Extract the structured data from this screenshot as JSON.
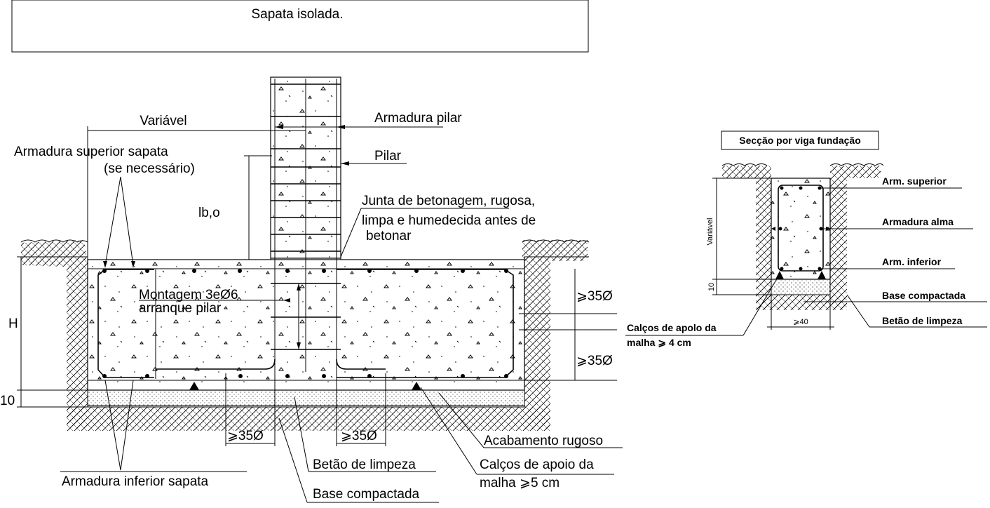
{
  "title": "Sapata isolada.",
  "main": {
    "variavel": "Variável",
    "armadura_superior": "Armadura superior sapata",
    "se_necessario": "(se necessário)",
    "lbo": "lb,o",
    "armadura_pilar": "Armadura pilar",
    "pilar": "Pilar",
    "junta_1": "Junta de betonagem, rugosa,",
    "junta_2": "limpa e humedecida antes de",
    "junta_3": "betonar",
    "montagem_1": "Montagem 3eØ6",
    "montagem_2": "arranque pilar",
    "h": "H",
    "dim_10": "10",
    "dim_35_upper": "⩾35Ø",
    "dim_35_lower": "⩾35Ø",
    "dim_35_bottom_left": "⩾35Ø",
    "dim_35_bottom_right": "⩾35Ø",
    "acabamento": "Acabamento rugoso",
    "betao_limpeza": "Betão de limpeza",
    "calcos_1": "Calços de apoio da",
    "calcos_2": "malha ⩾5 cm",
    "armadura_inferior": "Armadura inferior sapata",
    "base_compactada": "Base compactada"
  },
  "section": {
    "title": "Secção por viga fundação",
    "variavel": "Variável",
    "arm_superior": "Arm. superior",
    "armadura_alma": "Armadura alma",
    "arm_inferior": "Arm. inferior",
    "base_compactada": "Base compactada",
    "betao_limpeza": "Betão de limpeza",
    "dim_10": "10",
    "dim_40": "⩾40",
    "calcos_1": "Calços de apolo da",
    "calcos_2": "malha ⩾ 4 cm"
  }
}
